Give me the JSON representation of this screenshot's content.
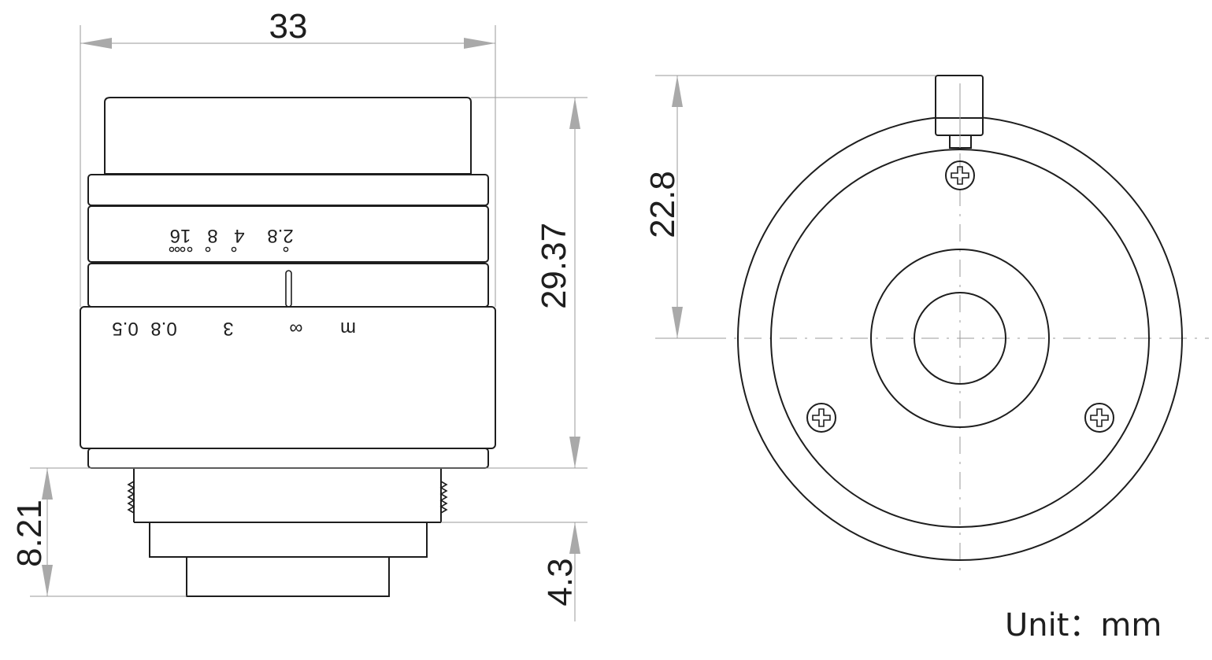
{
  "dimensions": {
    "overall_width": "33",
    "body_length": "29.37",
    "mount_length": "8.21",
    "back_length": "4.3",
    "front_height": "22.8"
  },
  "aperture_scale": [
    "2.8",
    "4",
    "8",
    "16"
  ],
  "focus_scale": [
    "m",
    "∞",
    "3",
    "0.8",
    "0.5"
  ],
  "unit_label": "Unit：mm",
  "colors": {
    "line": "#1e1e1e",
    "dimension_line": "#9a9a9a",
    "arrow": "#a9a9a9"
  }
}
